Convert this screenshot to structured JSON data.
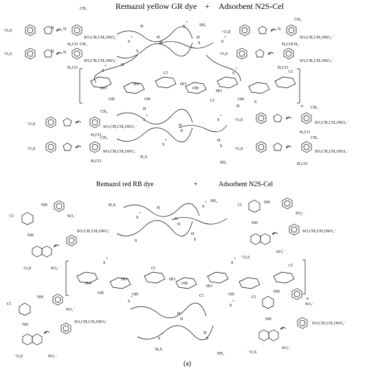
{
  "panel_top": {
    "dye_label": "Remazol yellow GR dye",
    "plus": "+",
    "adsorbent_label": "Adsorbent N2S-Cel"
  },
  "panel_bottom": {
    "dye_label": "Remazol red RB dye",
    "plus": "+",
    "adsorbent_label": "Adsorbent N2S-Cel"
  },
  "caption": "(a)",
  "groups": {
    "so3": "⁻O₃S",
    "so3_right": "SO₃⁻",
    "ch3": "CH₃",
    "h3co": "H₃CO",
    "sulfonyl_chain": "SO₂CH₂CH₂OSO₃⁻",
    "sh2": "SH₂",
    "h2s": "H₂S",
    "nh": "NH",
    "cl": "Cl",
    "oh": "OH",
    "ho": "HO",
    "n": "N",
    "h": "H",
    "s": "S",
    "plus_sign": "+",
    "repeat_n": "n"
  }
}
